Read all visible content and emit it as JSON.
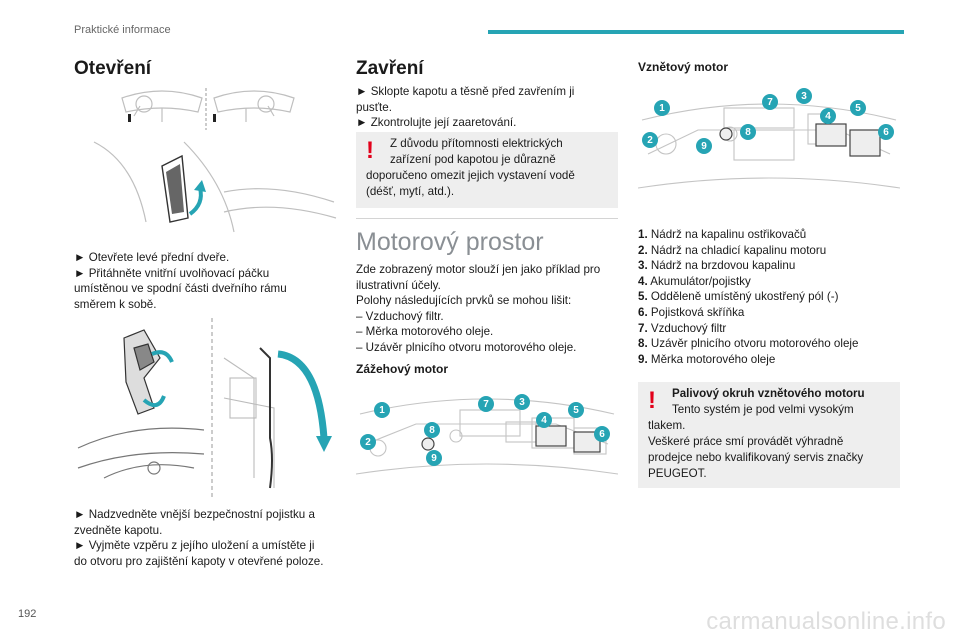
{
  "header": {
    "section": "Praktické informace"
  },
  "page_number": "192",
  "watermark": "carmanualsonline.info",
  "col1": {
    "title": "Otevření",
    "para1": [
      "► Otevřete levé přední dveře.",
      "► Přitáhněte vnitřní uvolňovací páčku",
      "umístěnou ve spodní části dveřního rámu",
      "směrem k sobě."
    ],
    "para2": [
      "► Nadzvedněte vnější bezpečnostní pojistku a",
      "zvedněte kapotu.",
      "► Vyjměte vzpěru z jejího uložení a umístěte ji",
      "do otvoru pro zajištění kapoty v otevřené poloze."
    ]
  },
  "col2": {
    "title": "Zavření",
    "steps": [
      "► Sklopte kapotu a těsně před zavřením ji",
      "pusťte.",
      "► Zkontrolujte její zaaretování."
    ],
    "warning": [
      "Z důvodu přítomnosti elektrických",
      "zařízení pod kapotou je důrazně",
      "doporučeno omezit jejich vystavení vodě",
      "(déšť, mytí, atd.)."
    ],
    "engine_title": "Motorový prostor",
    "engine_text": [
      "Zde zobrazený motor slouží jen jako příklad pro",
      "ilustrativní účely.",
      "Polohy následujících prvků se mohou lišit:",
      "– Vzduchový filtr.",
      "– Měrka motorového oleje.",
      "– Uzávěr plnicího otvoru motorového oleje."
    ],
    "petrol_title": "Zážehový motor"
  },
  "col3": {
    "diesel_title": "Vznětový motor",
    "legend": [
      {
        "num": "1.",
        "text": "Nádrž na kapalinu ostřikovačů"
      },
      {
        "num": "2.",
        "text": "Nádrž na chladicí kapalinu motoru"
      },
      {
        "num": "3.",
        "text": "Nádrž na brzdovou kapalinu"
      },
      {
        "num": "4.",
        "text": "Akumulátor/pojistky"
      },
      {
        "num": "5.",
        "text": "Odděleně umístěný ukostřený pól (-)"
      },
      {
        "num": "6.",
        "text": "Pojistková skříňka"
      },
      {
        "num": "7.",
        "text": "Vzduchový filtr"
      },
      {
        "num": "8.",
        "text": "Uzávěr plnicího otvoru motorového oleje"
      },
      {
        "num": "9.",
        "text": "Měrka motorového oleje"
      }
    ],
    "warning_title": "Palivový okruh vznětového motoru",
    "warning": [
      "Tento systém je pod velmi vysokým",
      "tlakem.",
      "Veškeré práce smí provádět výhradně",
      "prodejce nebo kvalifikovaný servis značky",
      "PEUGEOT."
    ]
  },
  "callouts": [
    "1",
    "2",
    "3",
    "4",
    "5",
    "6",
    "7",
    "8",
    "9"
  ]
}
